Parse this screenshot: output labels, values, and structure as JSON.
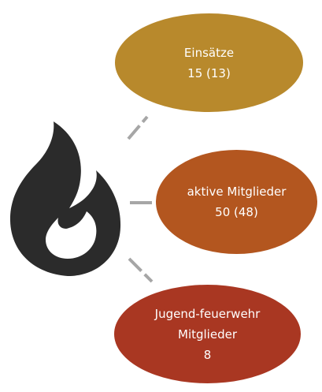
{
  "colors": {
    "node1": "#b8892c",
    "node2": "#b3561f",
    "node3": "#a93722",
    "connector": "#a6a6a6",
    "flame": "#2b2b2b"
  },
  "icon": "flame-icon",
  "nodes": [
    {
      "line1": "Einsätze",
      "line2": "15 (13)",
      "line3": ""
    },
    {
      "line1": "aktive Mitglieder",
      "line2": "50 (48)",
      "line3": ""
    },
    {
      "line1": "Jugend-feuerwehr",
      "line2": "Mitglieder",
      "line3": "8"
    }
  ]
}
